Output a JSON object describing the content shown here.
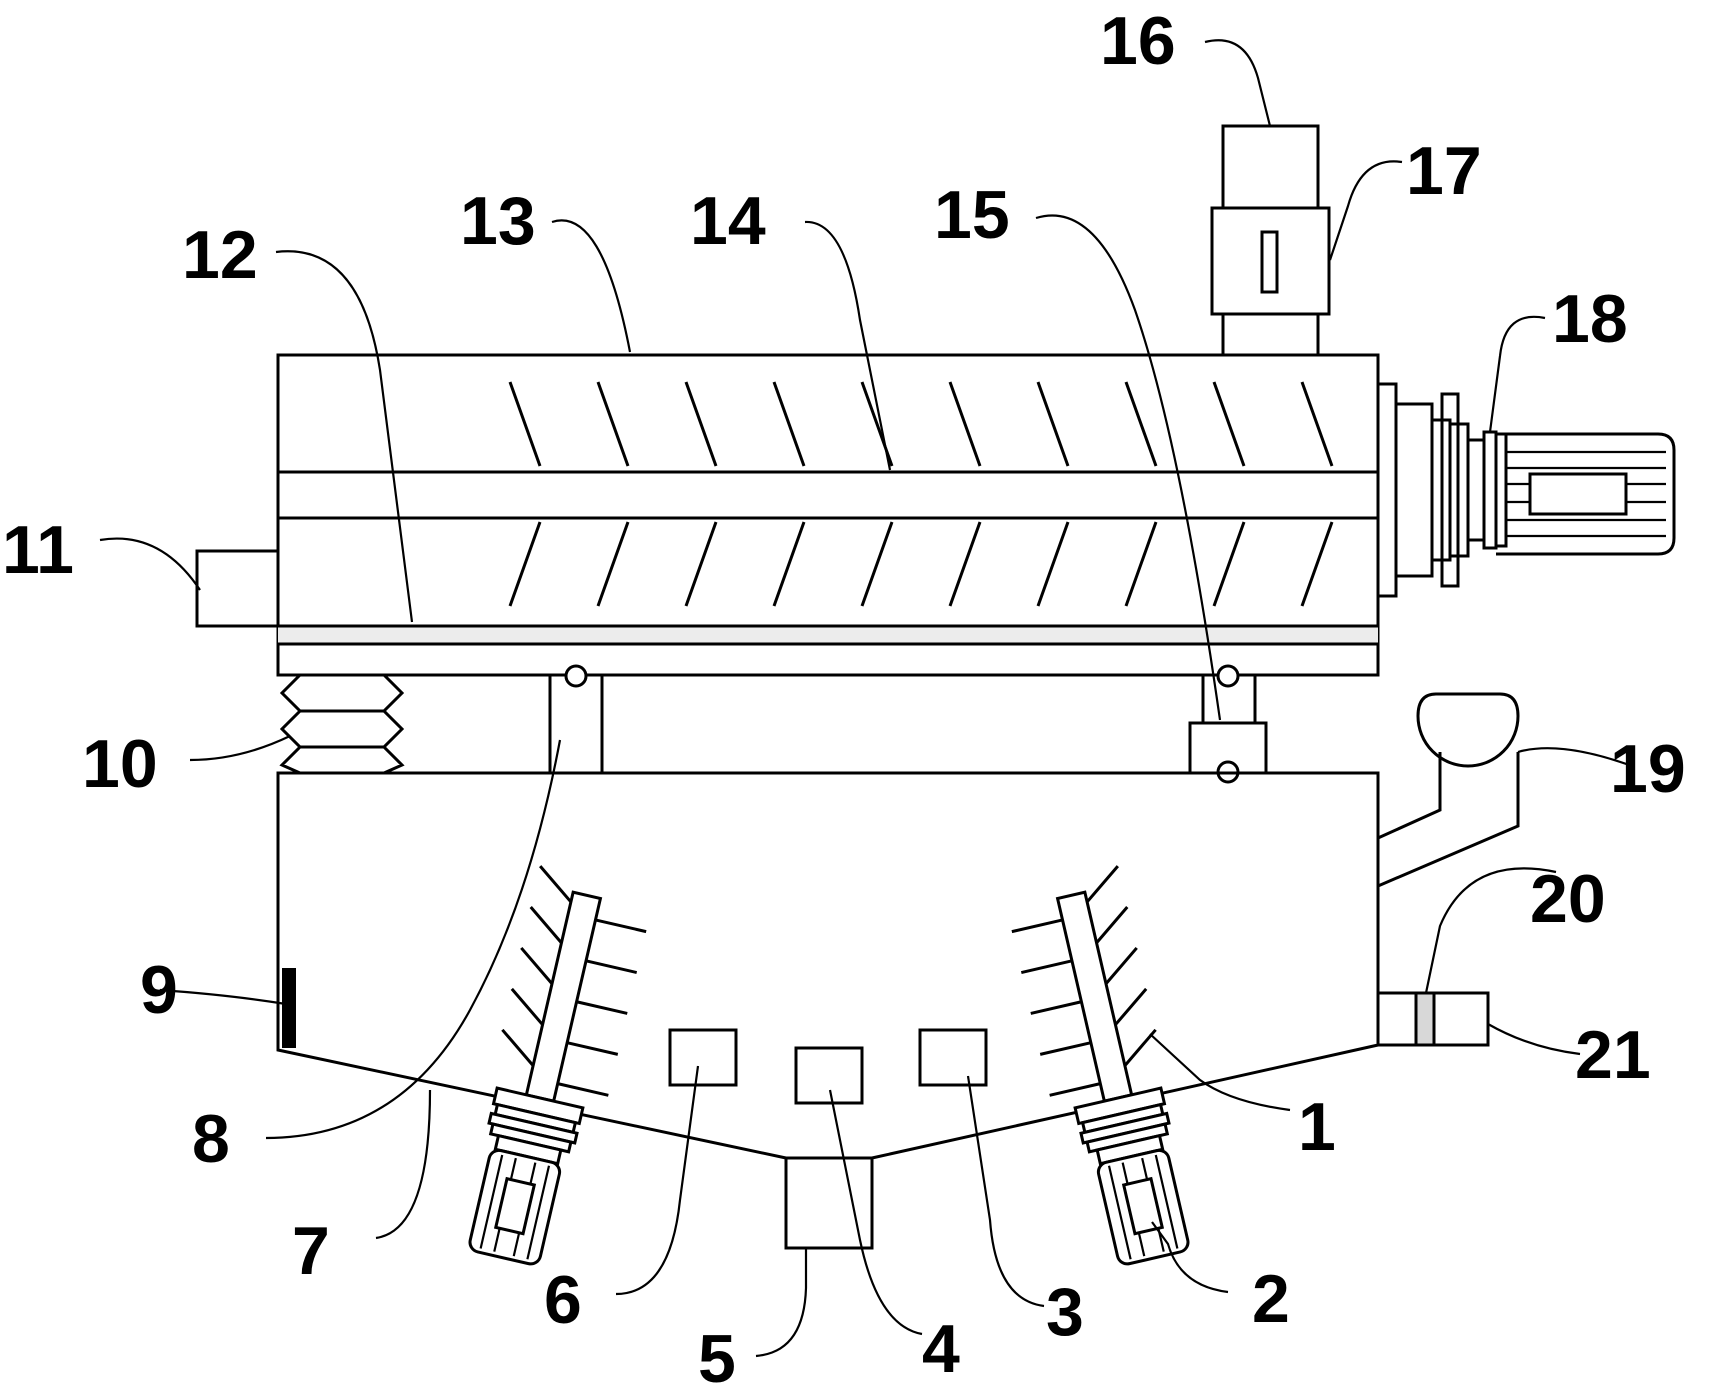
{
  "diagram": {
    "labels": {
      "l1": "1",
      "l2": "2",
      "l3": "3",
      "l4": "4",
      "l5": "5",
      "l6": "6",
      "l7": "7",
      "l8": "8",
      "l9": "9",
      "l10": "10",
      "l11": "11",
      "l12": "12",
      "l13": "13",
      "l14": "14",
      "l15": "15",
      "l16": "16",
      "l17": "17",
      "l18": "18",
      "l19": "19",
      "l20": "20",
      "l21": "21"
    }
  }
}
